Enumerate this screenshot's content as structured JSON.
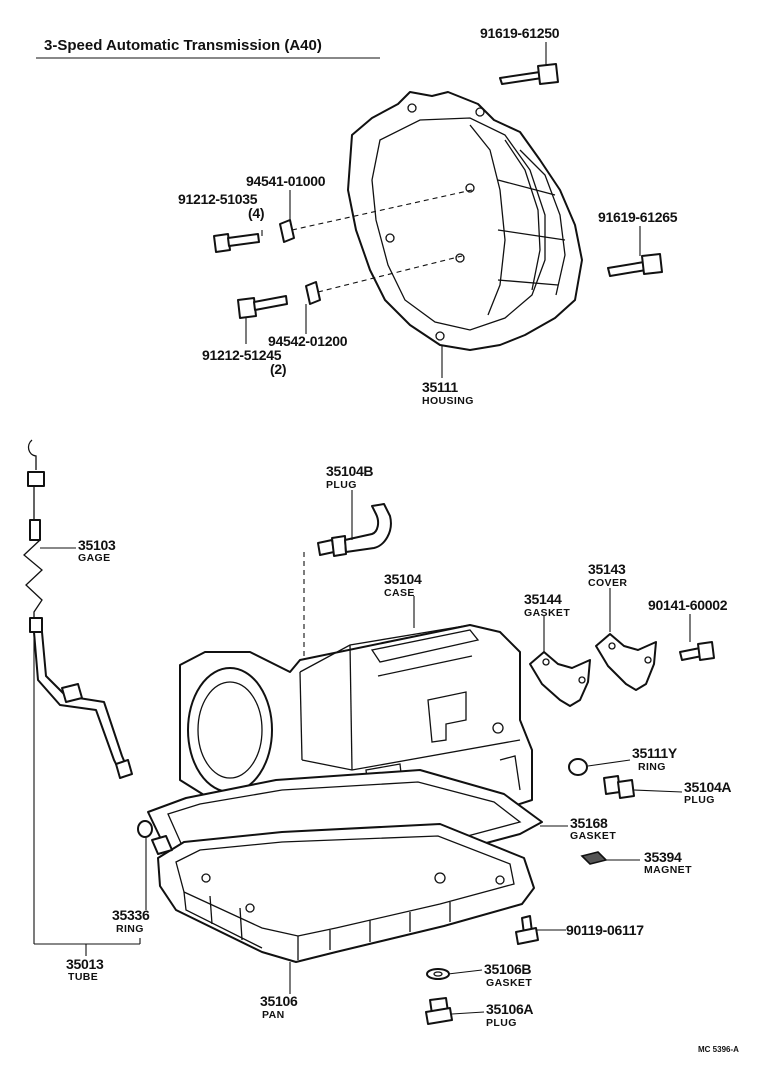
{
  "title": "3-Speed Automatic Transmission (A40)",
  "drawing_code": "MC 5396-A",
  "parts": [
    {
      "number": "91619-61250",
      "name": ""
    },
    {
      "number": "94541-01000",
      "name": ""
    },
    {
      "number": "91212-51035",
      "name": "(4)"
    },
    {
      "number": "91619-61265",
      "name": ""
    },
    {
      "number": "94542-01200",
      "name": ""
    },
    {
      "number": "91212-51245",
      "name": "(2)"
    },
    {
      "number": "35111",
      "name": "HOUSING"
    },
    {
      "number": "35104B",
      "name": "PLUG"
    },
    {
      "number": "35103",
      "name": "GAGE"
    },
    {
      "number": "35104",
      "name": "CASE"
    },
    {
      "number": "35143",
      "name": "COVER"
    },
    {
      "number": "35144",
      "name": "GASKET"
    },
    {
      "number": "90141-60002",
      "name": ""
    },
    {
      "number": "35111Y",
      "name": "RING"
    },
    {
      "number": "35104A",
      "name": "PLUG"
    },
    {
      "number": "35168",
      "name": "GASKET"
    },
    {
      "number": "35394",
      "name": "MAGNET"
    },
    {
      "number": "35336",
      "name": "RING"
    },
    {
      "number": "90119-06117",
      "name": ""
    },
    {
      "number": "35013",
      "name": "TUBE"
    },
    {
      "number": "35106B",
      "name": "GASKET"
    },
    {
      "number": "35106",
      "name": "PAN"
    },
    {
      "number": "35106A",
      "name": "PLUG"
    }
  ]
}
